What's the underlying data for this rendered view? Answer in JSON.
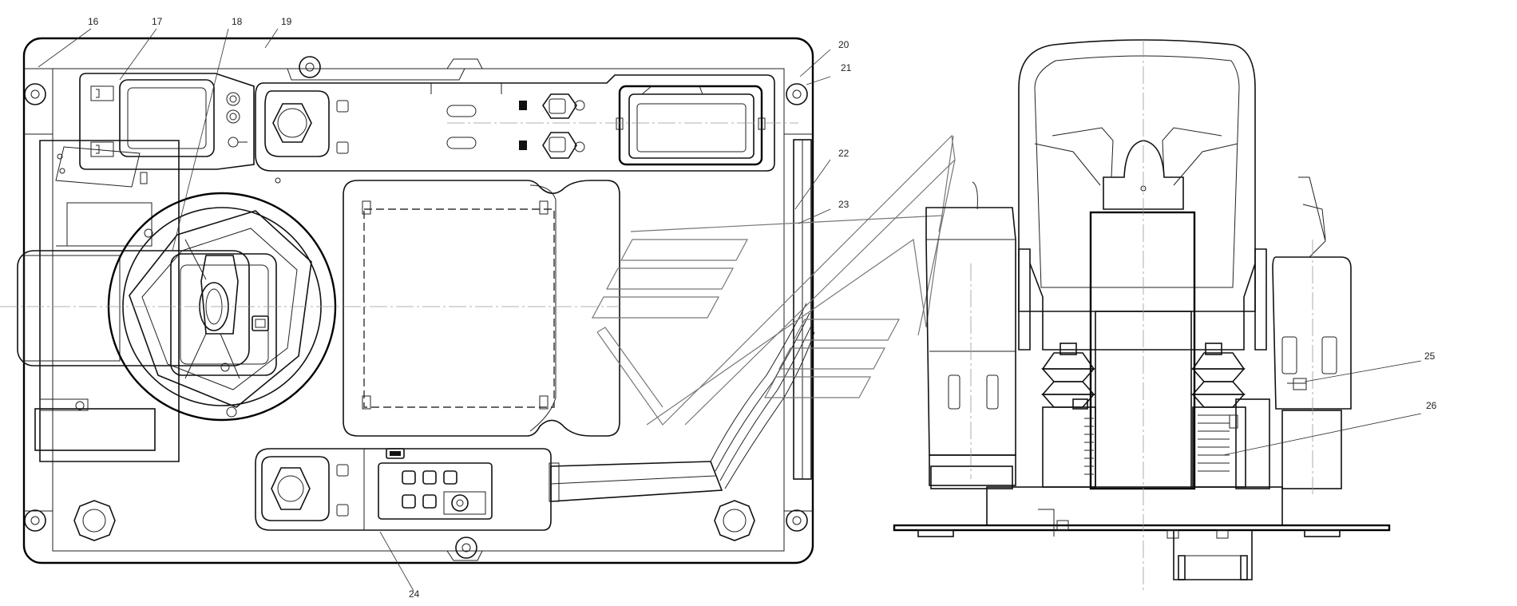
{
  "callouts": {
    "c16": "16",
    "c17": "17",
    "c18": "18",
    "c19": "19",
    "c20": "20",
    "c21": "21",
    "c22": "22",
    "c23": "23",
    "c24": "24",
    "c25": "25",
    "c26": "26"
  },
  "colors": {
    "line": "#111111",
    "watermark": "#777777",
    "background": "#ffffff"
  }
}
